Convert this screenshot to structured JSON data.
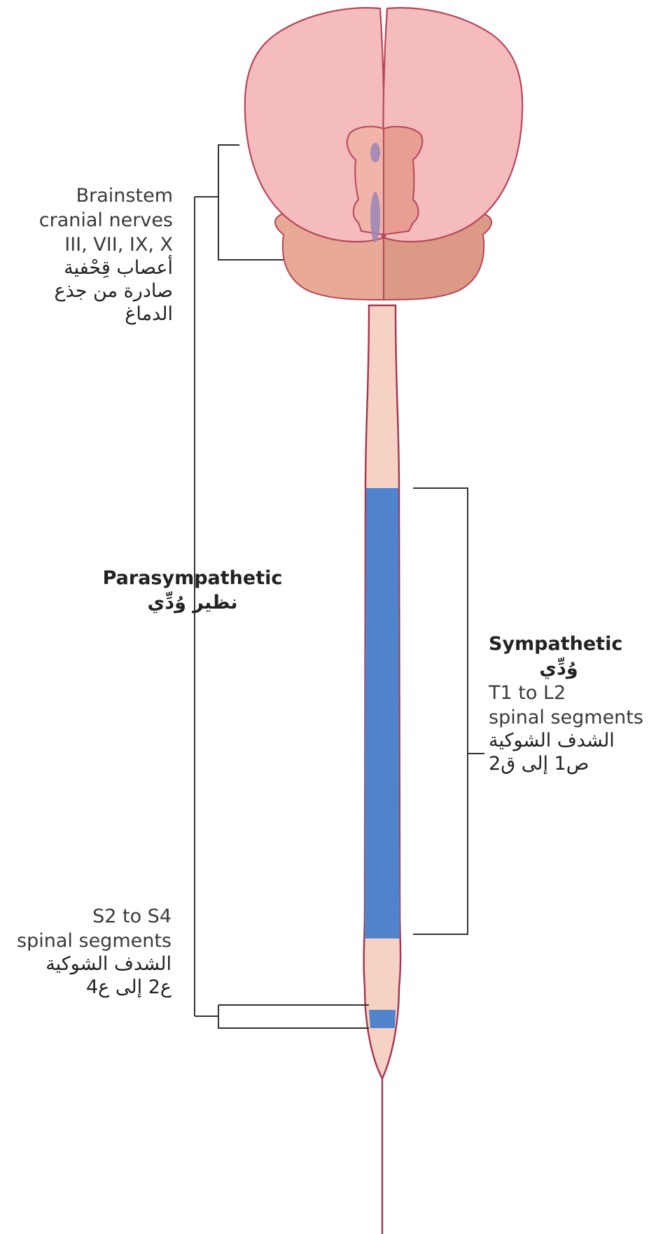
{
  "brainstem_label": {
    "lines_en": [
      "Brainstem",
      "cranial nerves",
      "III, VII, IX, X"
    ],
    "lines_ar": [
      "أعصاب قِحْفية",
      "صادرة من جذع",
      "الدماغ"
    ]
  },
  "parasympathetic_label": {
    "en": "Parasympathetic",
    "ar": "نظير وُدِّي"
  },
  "sympathetic_label": {
    "en": "Sympathetic",
    "ar": "وُدِّي",
    "lines_en": [
      "T1 to L2",
      "spinal segments"
    ],
    "lines_ar": [
      "الشدف الشوكية",
      "ص1 إلى ق2"
    ]
  },
  "sacral_label": {
    "lines_en": [
      "S2 to S4",
      "spinal segments"
    ],
    "lines_ar": [
      "الشدف الشوكية",
      "ع2 إلى ع4"
    ]
  },
  "colors": {
    "brain_fill": "#f4bcbc",
    "brain_stroke": "#b8465a",
    "cerebellum_fill": "#e8a996",
    "cord_fill": "#f6d2c4",
    "cord_stroke": "#a8334f",
    "segment_fill": "#4f84cc",
    "nucleus_fill": "#9a86b8",
    "bracket": "#333333"
  }
}
